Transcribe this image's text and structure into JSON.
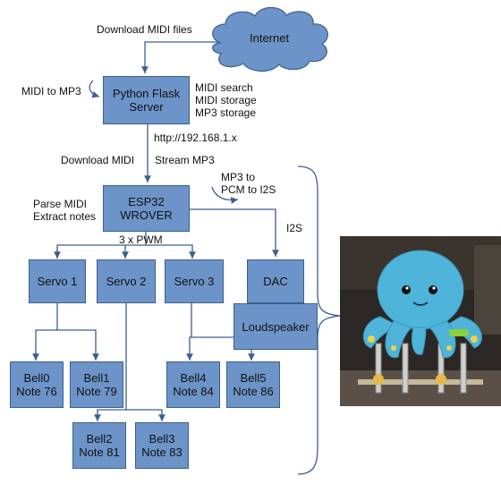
{
  "cloud": {
    "label": "Internet"
  },
  "labels": {
    "download_midi_files": "Download MIDI files",
    "midi_to_mp3": "MIDI to MP3",
    "server_features": [
      "MIDI search",
      "MIDI storage",
      "MP3 storage"
    ],
    "server_url": "http://192.168.1.x",
    "download_midi": "Download MIDI",
    "stream_mp3": "Stream MP3",
    "mp3_to_pcm": [
      "MP3 to",
      "PCM to I2S"
    ],
    "parse_midi": [
      "Parse MIDI",
      "Extract notes"
    ],
    "i2s": "I2S",
    "pwm": "3 x PWM"
  },
  "nodes": {
    "server": [
      "Python Flask",
      "Server"
    ],
    "esp32": [
      "ESP32",
      "WROVER"
    ],
    "servo1": "Servo 1",
    "servo2": "Servo 2",
    "servo3": "Servo 3",
    "dac": "DAC",
    "speaker": "Loudspeaker",
    "bell0": [
      "Bell0",
      "Note 76"
    ],
    "bell1": [
      "Bell1",
      "Note 79"
    ],
    "bell2": [
      "Bell2",
      "Note 81"
    ],
    "bell3": [
      "Bell3",
      "Note 83"
    ],
    "bell4": [
      "Bell4",
      "Note 84"
    ],
    "bell5": [
      "Bell5",
      "Note 86"
    ]
  },
  "colors": {
    "box_fill": "#6d94c8",
    "box_border": "#3d5f8e",
    "cloud_fill": "#6d94c8",
    "wire": "#3d5f8e"
  }
}
